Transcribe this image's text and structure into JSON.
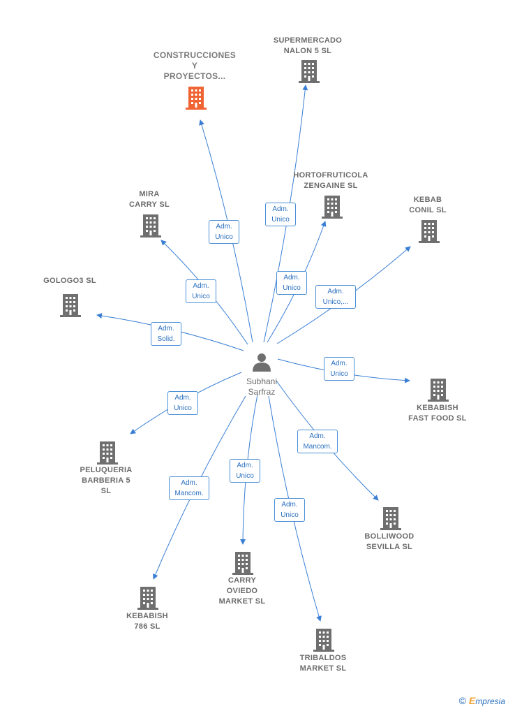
{
  "person": {
    "name": "Subhani\nSarfraz",
    "icon": "person-icon"
  },
  "companies": [
    {
      "id": "construcciones",
      "name": "CONSTRUCCIONES\nY\nPROYECTOS...",
      "highlight": true,
      "role": "Adm.\nUnico"
    },
    {
      "id": "supermercado",
      "name": "SUPERMERCADO\nNALON 5  SL",
      "role": "Adm.\nUnico"
    },
    {
      "id": "hortofruticola",
      "name": "HORTOFRUTICOLA\nZENGAINE  SL",
      "role": "Adm.\nUnico"
    },
    {
      "id": "kebab-conil",
      "name": "KEBAB\nCONIL SL",
      "role": "Adm.\nUnico,..."
    },
    {
      "id": "mira-carry",
      "name": "MIRA\nCARRY  SL",
      "role": "Adm.\nUnico"
    },
    {
      "id": "gologo3",
      "name": "GOLOGO3  SL",
      "role": "Adm.\nSolid."
    },
    {
      "id": "kebabish-fast",
      "name": "KEBABISH\nFAST FOOD SL",
      "role": "Adm.\nUnico"
    },
    {
      "id": "peluqueria",
      "name": "PELUQUERIA\nBARBERIA 5\nSL",
      "role": "Adm.\nUnico"
    },
    {
      "id": "bolliwood",
      "name": "BOLLIWOOD\nSEVILLA  SL",
      "role": "Adm.\nMancom."
    },
    {
      "id": "carry-oviedo",
      "name": "CARRY\nOVIEDO\nMARKET  SL",
      "role": "Adm.\nUnico"
    },
    {
      "id": "kebabish-786",
      "name": "KEBABISH\n786 SL",
      "role": "Adm.\nMancom."
    },
    {
      "id": "tribaldos",
      "name": "TRIBALDOS\nMARKET  SL",
      "role": "Adm.\nUnico"
    }
  ],
  "colors": {
    "edge": "#3a7fd5",
    "building": "#6f6f6f",
    "building_highlight": "#f06434",
    "person": "#6f6f6f"
  },
  "footer": {
    "copyright": "©",
    "brand_initial": "E",
    "brand_rest": "mpresia"
  }
}
